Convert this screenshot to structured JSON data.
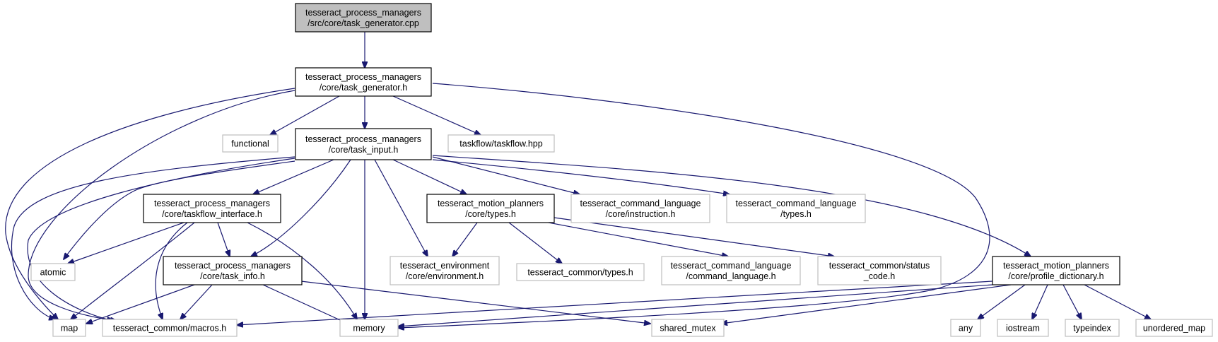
{
  "nodes": {
    "root": [
      "tesseract_process_managers",
      "/src/core/task_generator.cpp"
    ],
    "task_generator_h": [
      "tesseract_process_managers",
      "/core/task_generator.h"
    ],
    "functional": [
      "functional"
    ],
    "task_input_h": [
      "tesseract_process_managers",
      "/core/task_input.h"
    ],
    "taskflow_hpp": [
      "taskflow/taskflow.hpp"
    ],
    "taskflow_interface_h": [
      "tesseract_process_managers",
      "/core/taskflow_interface.h"
    ],
    "motion_types_h": [
      "tesseract_motion_planners",
      "/core/types.h"
    ],
    "instruction_h": [
      "tesseract_command_language",
      "/core/instruction.h"
    ],
    "command_types_h": [
      "tesseract_command_language",
      "/types.h"
    ],
    "atomic": [
      "atomic"
    ],
    "task_info_h": [
      "tesseract_process_managers",
      "/core/task_info.h"
    ],
    "environment_h": [
      "tesseract_environment",
      "/core/environment.h"
    ],
    "common_types_h": [
      "tesseract_common/types.h"
    ],
    "command_language_h": [
      "tesseract_command_language",
      "/command_language.h"
    ],
    "status_code_h": [
      "tesseract_common/status",
      "_code.h"
    ],
    "profile_dictionary_h": [
      "tesseract_motion_planners",
      "/core/profile_dictionary.h"
    ],
    "map": [
      "map"
    ],
    "macros_h": [
      "tesseract_common/macros.h"
    ],
    "memory": [
      "memory"
    ],
    "shared_mutex": [
      "shared_mutex"
    ],
    "any": [
      "any"
    ],
    "iostream": [
      "iostream"
    ],
    "typeindex": [
      "typeindex"
    ],
    "unordered_map": [
      "unordered_map"
    ]
  },
  "colors": {
    "edge": "#191970",
    "root_fill": "#bfbfbf",
    "project_border": "#000000",
    "external_border": "#bfbfbf"
  }
}
